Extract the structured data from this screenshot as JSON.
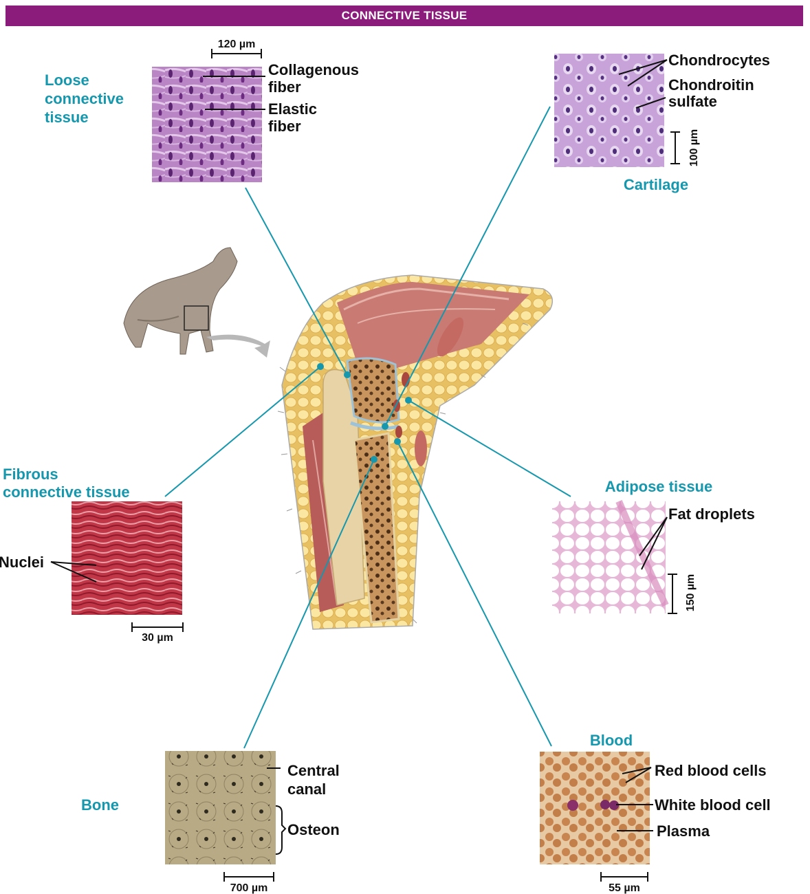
{
  "header": {
    "title": "CONNECTIVE TISSUE"
  },
  "panels": {
    "loose": {
      "title_lines": [
        "Loose",
        "connective",
        "tissue"
      ],
      "label1_lines": [
        "Collagenous",
        "fiber"
      ],
      "label2_lines": [
        "Elastic",
        "fiber"
      ],
      "scale": "120 µm"
    },
    "cartilage": {
      "title": "Cartilage",
      "label1": "Chondrocytes",
      "label2_lines": [
        "Chondroitin",
        "sulfate"
      ],
      "scale": "100 µm"
    },
    "fibrous": {
      "title_lines": [
        "Fibrous",
        "connective tissue"
      ],
      "label": "Nuclei",
      "scale": "30 µm"
    },
    "adipose": {
      "title": "Adipose tissue",
      "label": "Fat droplets",
      "scale": "150 µm"
    },
    "bone": {
      "title": "Bone",
      "label1_lines": [
        "Central",
        "canal"
      ],
      "label2": "Osteon",
      "scale": "700 µm"
    },
    "blood": {
      "title": "Blood",
      "label1": "Red blood cells",
      "label2": "White blood cell",
      "label3": "Plasma",
      "scale": "55 µm"
    }
  },
  "colors": {
    "banner": "#8c1c7c",
    "title": "#1597ad",
    "leader": "#1597ad"
  }
}
